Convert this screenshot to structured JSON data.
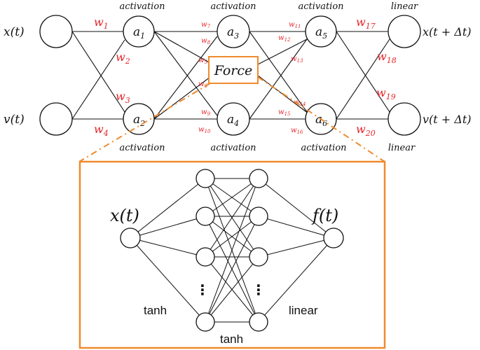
{
  "top_network": {
    "inputs": [
      "x(t)",
      "v(t)"
    ],
    "outputs": [
      "x(t + Δt)",
      "v(t + Δt)"
    ],
    "hidden": [
      "a",
      "a",
      "a",
      "a",
      "a",
      "a"
    ],
    "hidden_subscripts": [
      "1",
      "2",
      "3",
      "4",
      "5",
      "6"
    ],
    "layer_labels": {
      "top": [
        "activation",
        "activation",
        "activation",
        "linear"
      ],
      "bottom": [
        "activation",
        "activation",
        "activation",
        "linear"
      ]
    },
    "weights": {
      "w1": "1",
      "w2": "2",
      "w3": "3",
      "w4": "4",
      "w5": "5",
      "w6": "6",
      "w7": "7",
      "w8": "8",
      "w9": "9",
      "w10": "10",
      "w11": "11",
      "w12": "12",
      "w13": "13",
      "w14": "14",
      "w15": "15",
      "w16": "16",
      "w17": "17",
      "w18": "18",
      "w19": "19",
      "w20": "20"
    },
    "weight_symbol": "w",
    "force_box_label": "Force"
  },
  "detail_network": {
    "input_label": "x(t)",
    "output_label": "f(t)",
    "ellipsis": "⋮",
    "left_activation": "tanh",
    "middle_activation": "tanh",
    "right_activation": "linear"
  },
  "colors": {
    "weight_red": "#e5252a",
    "highlight_orange": "#ef8a2c",
    "line_black": "#111111"
  }
}
